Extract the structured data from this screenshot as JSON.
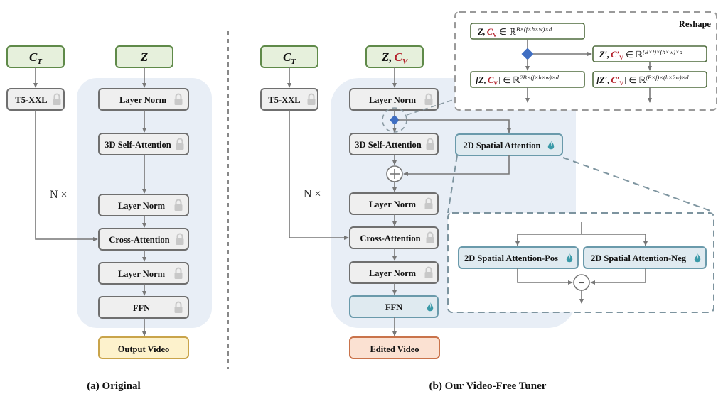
{
  "panel_a": {
    "caption": "(a) Original",
    "inputs": {
      "text_cond": "C",
      "text_cond_sub": "T",
      "latent": "Z"
    },
    "encoder": "T5-XXL",
    "repeat_label": "N ×",
    "blocks": [
      "Layer Norm",
      "3D Self-Attention",
      "Layer Norm",
      "Cross-Attention",
      "Layer Norm",
      "FFN"
    ],
    "output": "Output Video"
  },
  "panel_b": {
    "caption": "(b) Our Video-Free Tuner",
    "inputs": {
      "text_cond": "C",
      "text_cond_sub": "T",
      "latent": "Z,",
      "video_cond": "C",
      "video_cond_sub": "V"
    },
    "encoder": "T5-XXL",
    "repeat_label": "N ×",
    "blocks": [
      "Layer Norm",
      "3D Self-Attention",
      "Layer Norm",
      "Cross-Attention",
      "Layer Norm",
      "FFN"
    ],
    "spatial_block": "2D Spatial Attention",
    "output": "Edited Video",
    "reshape": {
      "title": "Reshape",
      "top": {
        "lhs": "Z,",
        "cv": "C",
        "cv_sub": "V",
        "rel": " ∈ ℝ",
        "sup": "B×(f×h×w)×d"
      },
      "right_top": {
        "lhs": "Z′,",
        "cv": "C′",
        "cv_sub": "V",
        "rel": " ∈ ℝ",
        "sup": "(B×f)×(h×w)×d"
      },
      "left_bottom": {
        "lhs": "[Z,",
        "cv": "C",
        "cv_sub": "V",
        "close": "]",
        "rel": " ∈ ℝ",
        "sup": "2B×(f×h×w)×d"
      },
      "right_bottom": {
        "lhs": "[Z′,",
        "cv": "C′",
        "cv_sub": "V",
        "close": "]",
        "rel": " ∈ ℝ",
        "sup": "(B×f)×(h×2w)×d"
      }
    },
    "detail": {
      "pos": "2D Spatial Attention-Pos",
      "neg": "2D Spatial Attention-Neg",
      "op": "−"
    },
    "add_op": "+"
  },
  "icons": {
    "frozen": "lock-icon",
    "trainable": "flame-icon"
  },
  "colors": {
    "frozen_fill": "#efefef",
    "trainable_fill": "#dfeaf0",
    "input_fill": "#e6f0dc",
    "output_a_fill": "#fdf2cc",
    "output_b_fill": "#fbe1d2",
    "video_cond_text": "#b3202a"
  }
}
